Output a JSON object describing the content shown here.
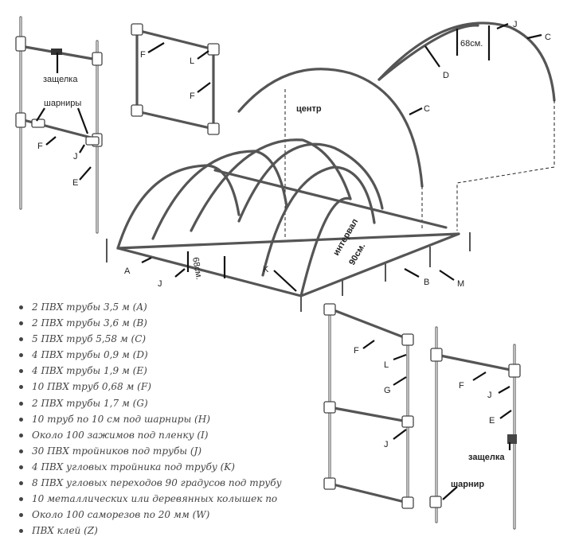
{
  "labels": {
    "latch": "защелка",
    "hinges": "шарниры",
    "hinge": "шарнир",
    "center": "центр",
    "interval": "интервал",
    "interval_value": "90см.",
    "dim_68": "68см.",
    "A": "A",
    "B": "B",
    "C": "C",
    "D": "D",
    "E": "E",
    "F": "F",
    "G": "G",
    "J": "J",
    "K": "K",
    "L": "L",
    "M": "M"
  },
  "parts": [
    "2 ПВХ трубы 3,5 м (A)",
    "2 ПВХ трубы 3,6 м (B)",
    "5 ПВХ труб 5,58 м (C)",
    "4 ПВХ трубы 0,9 м (D)",
    "4 ПВХ трубы 1,9 м (E)",
    "10 ПВХ труб 0,68 м (F)",
    "2 ПВХ трубы 1,7 м (G)",
    "10 труб по 10 см под шарниры (H)",
    "Около 100 зажимов под пленку (I)",
    "30 ПВХ тройников под трубы (J)",
    "4 ПВХ угловых тройника под трубу (K)",
    "8 ПВХ угловых переходов 90 градусов под трубу",
    "10 металлических или деревянных колышек по",
    "Около 100 саморезов по 20 мм (W)",
    "ПВХ клей (Z)"
  ]
}
